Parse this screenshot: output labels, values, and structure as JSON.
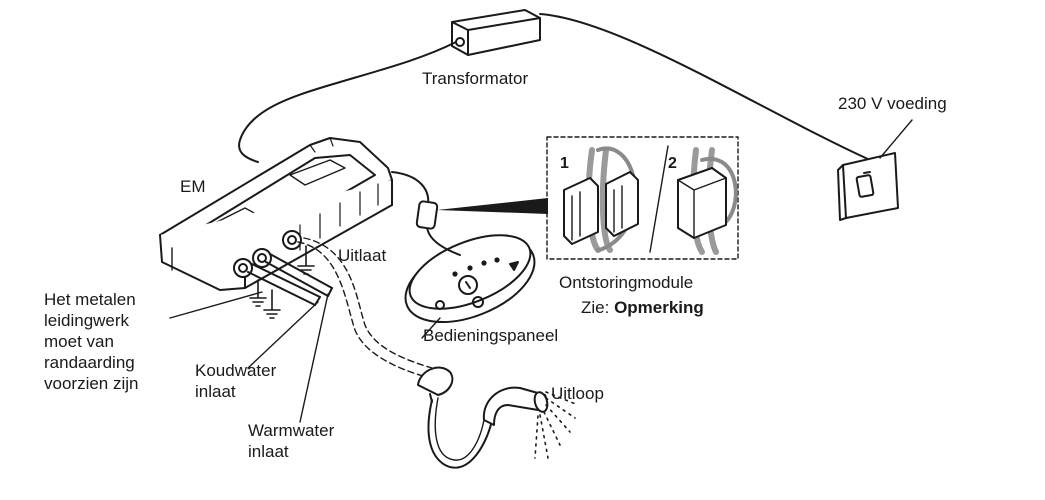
{
  "labels": {
    "transformator": "Transformator",
    "voeding": "230 V voeding",
    "em": "EM",
    "uitlaat": "Uitlaat",
    "ontstoringmodule": "Ontstoringmodule",
    "zie_prefix": "Zie: ",
    "zie_bold": "Opmerking",
    "bedieningspaneel": "Bedieningspaneel",
    "aarding_lines": [
      "Het metalen",
      "leidingwerk",
      "moet van",
      "randaarding",
      "voorzien zijn"
    ],
    "koudwater_lines": [
      "Koudwater",
      "inlaat"
    ],
    "warmwater_lines": [
      "Warmwater",
      "inlaat"
    ],
    "uitloop": "Uitloop",
    "step1": "1",
    "step2": "2"
  },
  "colors": {
    "line": "#1a1a1a",
    "shade": "#bdbdbd",
    "fill": "#ffffff"
  }
}
